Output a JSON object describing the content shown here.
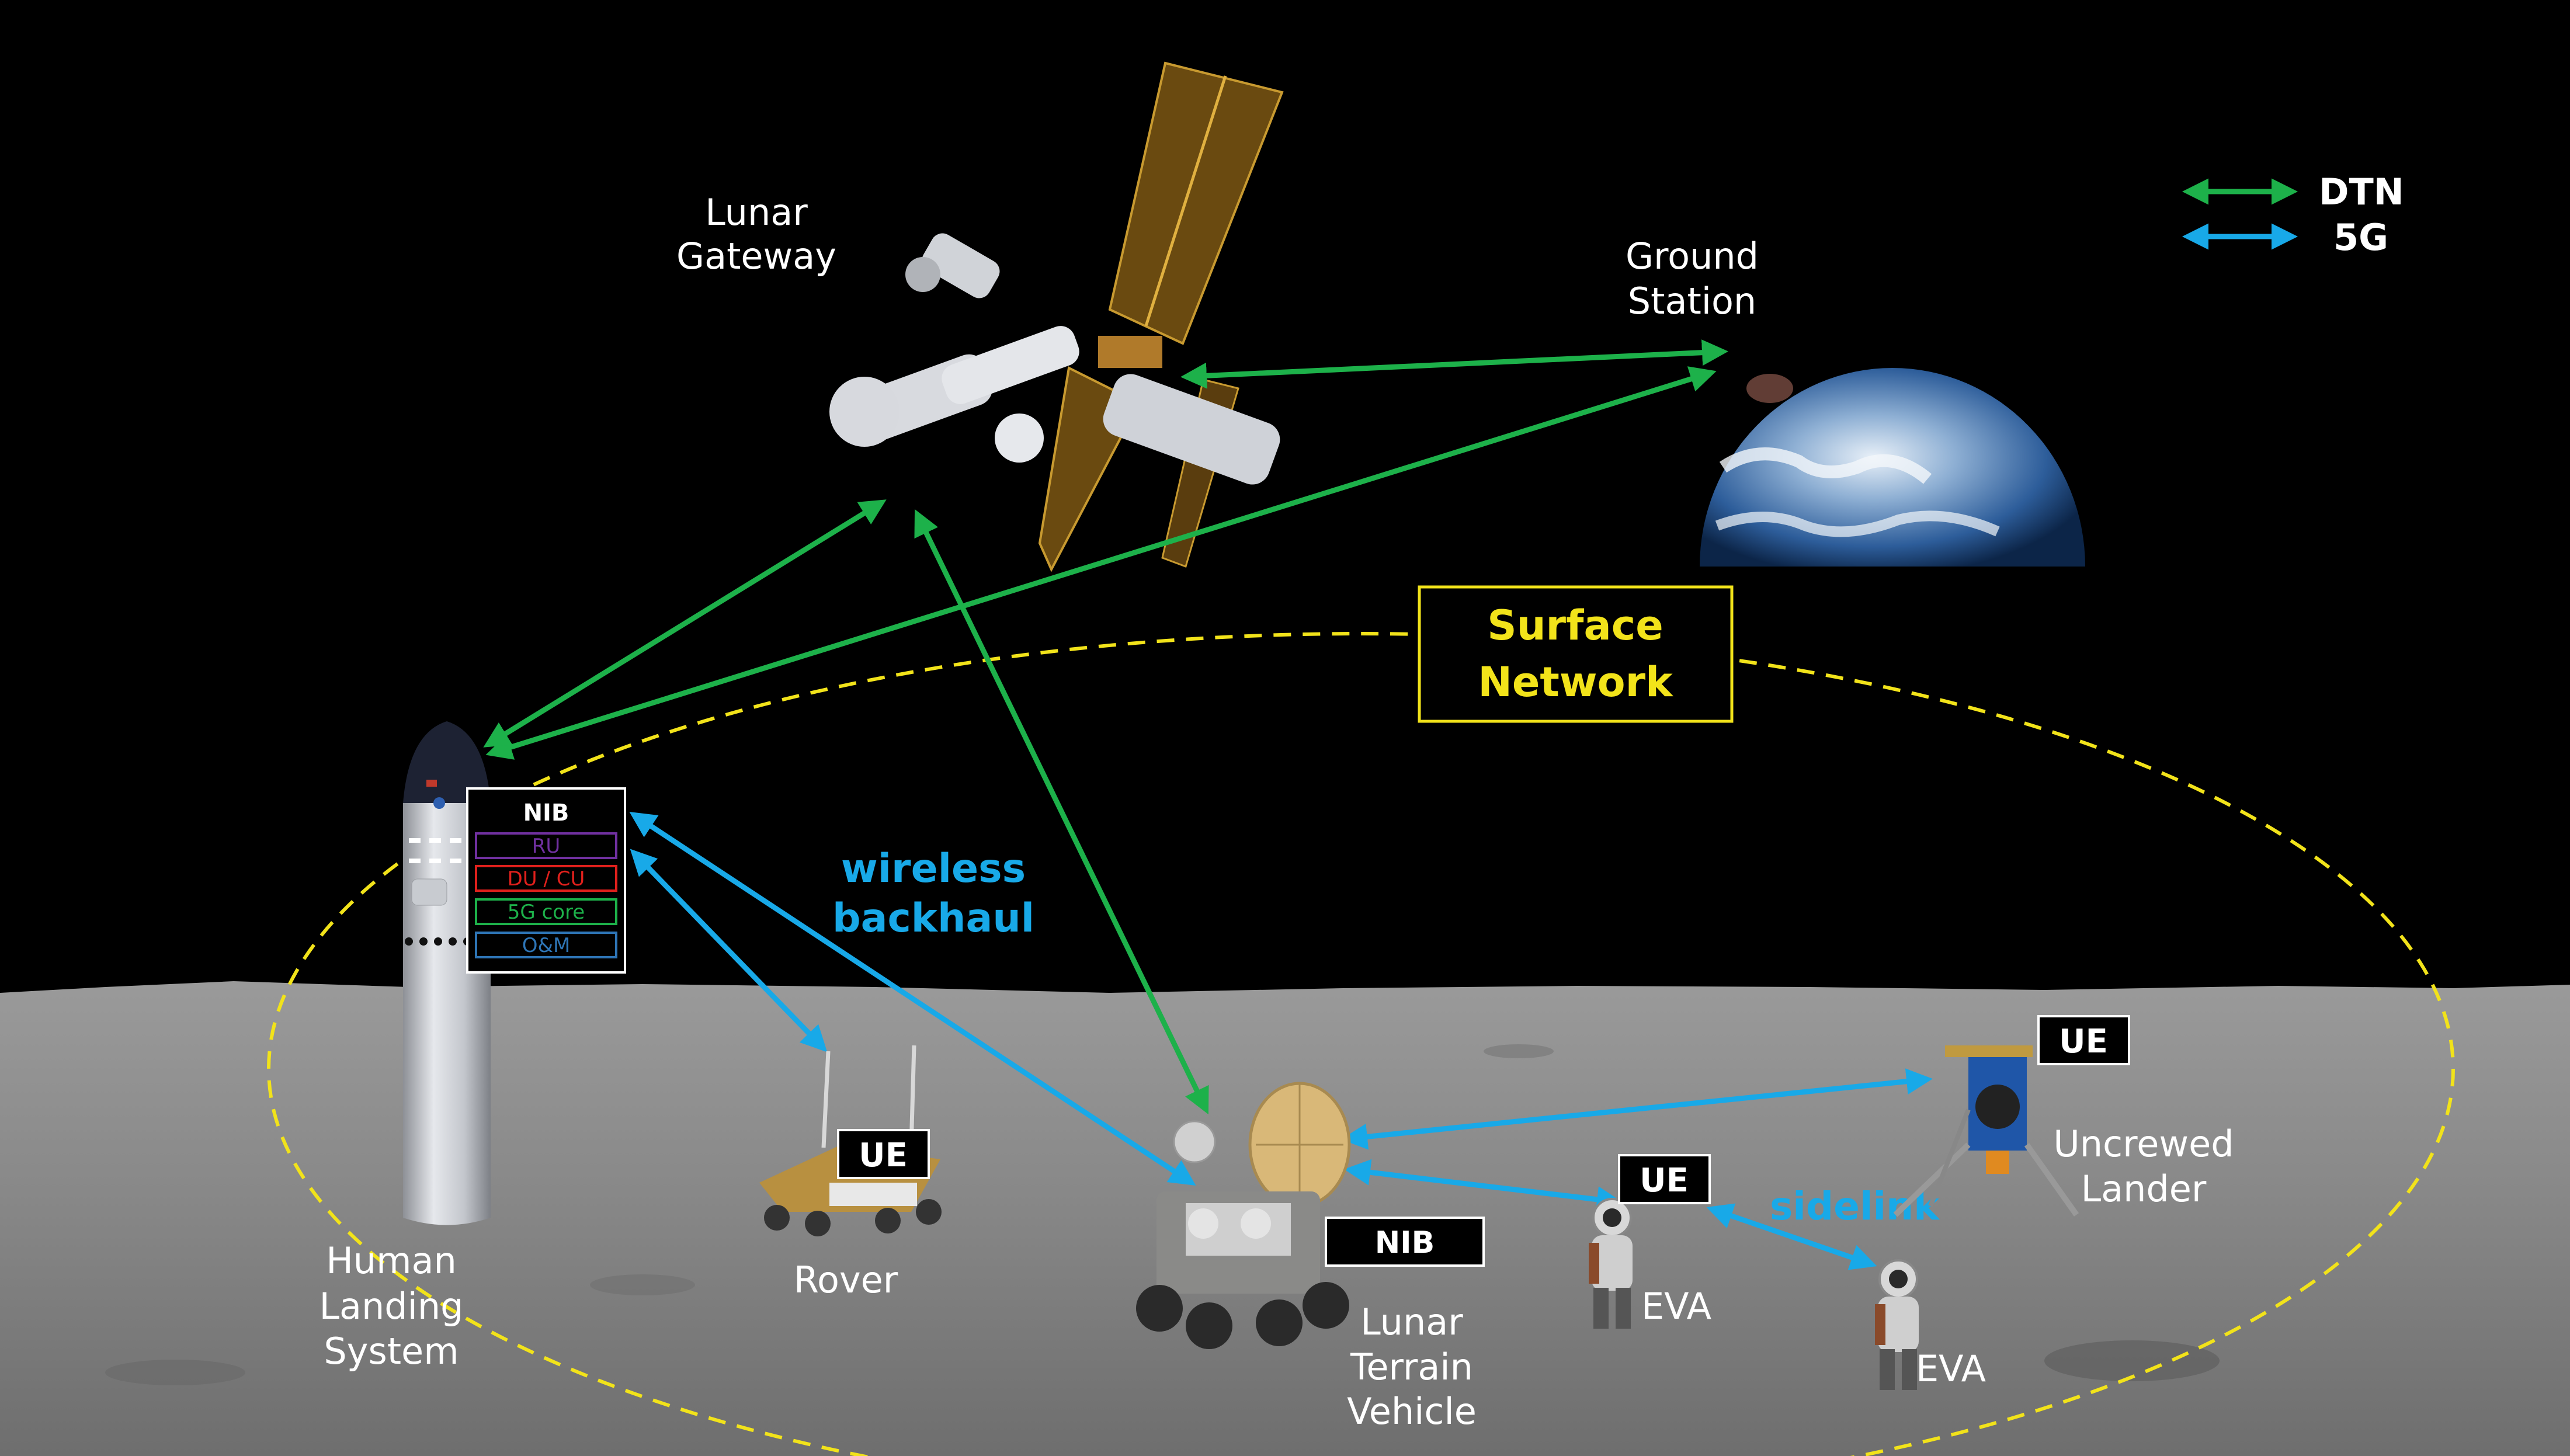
{
  "legend": {
    "dtn_label": "DTN",
    "g5_label": "5G",
    "dtn_color": "#1db14a",
    "g5_color": "#18a9e8"
  },
  "labels": {
    "lunar_gateway": [
      "Lunar",
      "Gateway"
    ],
    "ground_station": [
      "Ground",
      "Station"
    ],
    "human_landing_system": [
      "Human",
      "Landing",
      "System"
    ],
    "rover": "Rover",
    "lunar_terrain_vehicle": [
      "Lunar",
      "Terrain",
      "Vehicle"
    ],
    "uncrewed_lander": [
      "Uncrewed",
      "Lander"
    ],
    "eva_1": "EVA",
    "eva_2": "EVA"
  },
  "surface_network": [
    "Surface",
    "Network"
  ],
  "wireless_backhaul": [
    "wireless",
    "backhaul"
  ],
  "sidelink": "sidelink",
  "nib_stack": {
    "title": "NIB",
    "layers": [
      {
        "label": "RU",
        "color": "#7030a0"
      },
      {
        "label": "DU / CU",
        "color": "#e0201c"
      },
      {
        "label": "5G core",
        "color": "#1db14a"
      },
      {
        "label": "O&M",
        "color": "#2e75b6"
      }
    ]
  },
  "ue_boxes": {
    "rover": "UE",
    "eva": "UE",
    "lander": "UE"
  },
  "ltv_nib": "NIB",
  "colors": {
    "surface_highlight": "#f2e31a",
    "space": "#000000",
    "ground": "#8a8a8a"
  }
}
